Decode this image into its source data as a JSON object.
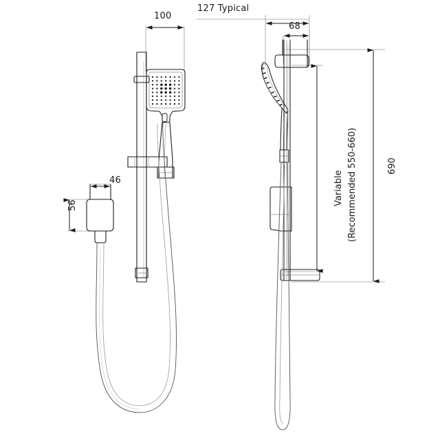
{
  "drawing": {
    "type": "technical-dimension-drawing",
    "subject": "Hand shower on slide rail with hose — front and side elevation",
    "units": "mm",
    "background_color": "#ffffff",
    "line_color": "#1a1a1a",
    "thin_line_color": "#8a8a8a"
  },
  "dimensions": {
    "head_width": "100",
    "rail_offset": "127 Typical",
    "side_depth": "68",
    "elbow_height": "56",
    "elbow_width": "46",
    "overall_height": "690",
    "variable_line1": "Variable",
    "variable_line2": "(Recommended 550-660)"
  },
  "views": {
    "front_label": "front-elevation",
    "side_label": "side-elevation"
  },
  "parts": {
    "shower_head": "shower-head",
    "spray_face": "spray-nozzle-grid",
    "handle": "shower-handle",
    "slide_rail": "slide-rail",
    "rail_bracket_top": "rail-top-bracket",
    "rail_slider": "rail-slider-holder",
    "rail_bracket_bottom": "rail-bottom-bracket",
    "wall_elbow": "wall-water-inlet-elbow",
    "hose": "flexible-hose"
  }
}
